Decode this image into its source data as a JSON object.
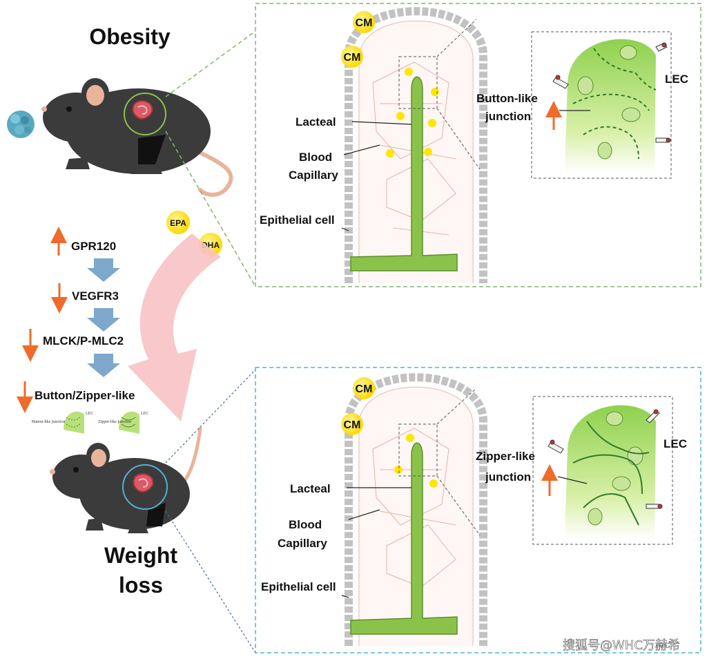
{
  "left": {
    "title_top": "Obesity",
    "title_bottom_1": "Weight",
    "title_bottom_2": "loss",
    "molecules": [
      "EPA",
      "DHA"
    ],
    "pathway": [
      {
        "label": "GPR120",
        "direction": "up"
      },
      {
        "label": "VEGFR3",
        "direction": "down"
      },
      {
        "label": "MLCK/P-MLC2",
        "direction": "down"
      },
      {
        "label": "Button/Zipper-like",
        "direction": "down"
      }
    ],
    "thumb_labels": [
      "Button-like junction",
      "Zipper-like junction",
      "LEC",
      "LEC"
    ]
  },
  "panel_top": {
    "cm_labels": [
      "CM",
      "CM"
    ],
    "lacteal": "Lacteal",
    "blood_1": "Blood",
    "blood_2": "Capillary",
    "epithelial": "Epithelial cell",
    "junction_1": "Button-like",
    "junction_2": "junction",
    "lec": "LEC",
    "border_color": "#7fb86a"
  },
  "panel_bottom": {
    "cm_labels": [
      "CM",
      "CM"
    ],
    "lacteal": "Lacteal",
    "blood_1": "Blood",
    "blood_2": "Capillary",
    "epithelial": "Epithelial cell",
    "junction_1": "Zipper-like",
    "junction_2": "junction",
    "lec": "LEC",
    "border_color": "#4fb3d8"
  },
  "watermark": "搜狐号@WHC万赫希",
  "colors": {
    "lacteal_green": "#8bc34a",
    "cm_yellow": "#ffe600",
    "arrow_blue": "#7ea7cc",
    "arrow_orange": "#f06a2a",
    "big_arrow_pink": "#f7c2c4",
    "mouse_body": "#3b3b3b",
    "mouse_ear": "#e8b49a"
  }
}
